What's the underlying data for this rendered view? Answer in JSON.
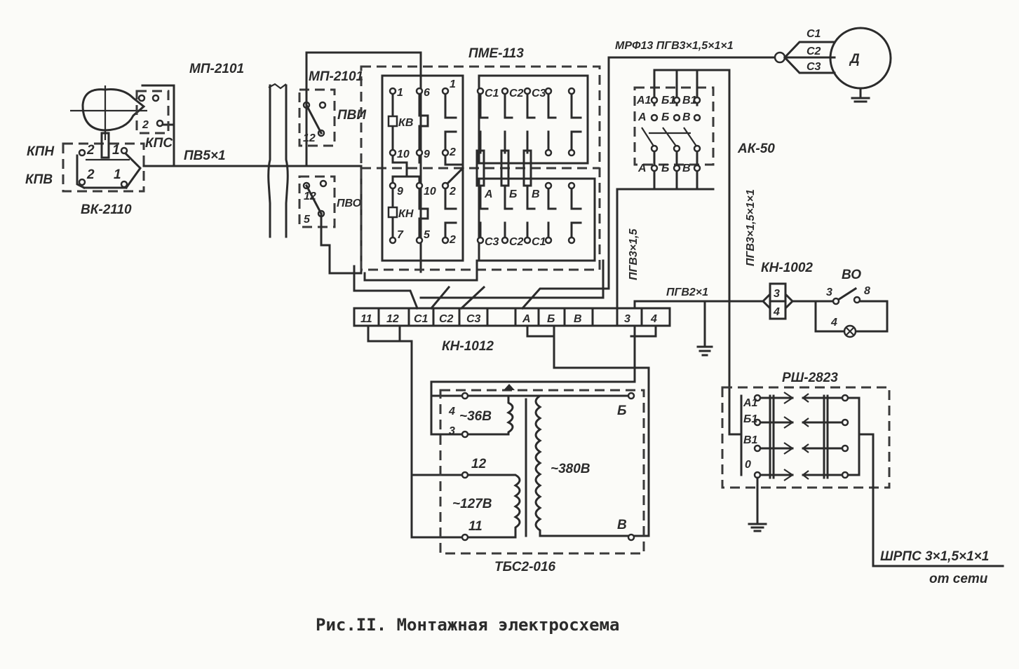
{
  "caption": "Рис.II. Монтажная электросхема",
  "limit_switches": {
    "title": "ВК-2110",
    "kpn": "КПН",
    "kpv": "КПВ",
    "kps": "КПС",
    "t2a": "2",
    "t1a": "1",
    "t2b": "2",
    "t1b": "1",
    "t2c": "2"
  },
  "wire_main": "ПВ5×1",
  "mp_title_left": "МП-2101",
  "mp_upper": {
    "title": "МП-2101",
    "tag": "ПВИ",
    "num": "12"
  },
  "mp_lower": {
    "tag": "ПВО",
    "num_a": "12",
    "num_b": "5"
  },
  "contactor": {
    "title": "ПМЕ-113",
    "kv": "КВ",
    "kn": "КН",
    "left_upper": [
      "1",
      "6",
      "1",
      "10",
      "9",
      "2"
    ],
    "left_lower": [
      "9",
      "10",
      "2",
      "7",
      "5",
      "2"
    ],
    "right_upper": [
      "С1",
      "С2",
      "С3"
    ],
    "right_mid": [
      "А",
      "Б",
      "В"
    ],
    "right_lower": [
      "С3",
      "С2",
      "С1"
    ]
  },
  "motor": {
    "cable": "МРФ13 ПГВ3×1,5×1×1",
    "label": "Д",
    "phases": [
      "С1",
      "С2",
      "С3"
    ]
  },
  "switch_ak": {
    "title": "АК-50",
    "row1": [
      "А1",
      "Б1",
      "В1"
    ],
    "row2": [
      "А",
      "Б",
      "В"
    ],
    "row3": [
      "А",
      "Б",
      "В"
    ]
  },
  "cable_left": "ПГВ3×1,5",
  "cable_right": "ПГВ3×1,5×1×1",
  "cable_light": "ПГВ2×1",
  "kn1002": {
    "title": "КН-1002",
    "t3": "3",
    "t4": "4"
  },
  "light": {
    "title": "ВО",
    "t3": "3",
    "t8": "8",
    "t4": "4"
  },
  "terminal_strip": {
    "title": "КН-1012",
    "cells": [
      "11",
      "12",
      "С1",
      "С2",
      "С3",
      "",
      "А",
      "Б",
      "В",
      "",
      "3",
      "4"
    ]
  },
  "transformer": {
    "title": "ТБС2-016",
    "w1_top": "4",
    "w1_v": "~36В",
    "w1_bot": "3",
    "w2_top": "12",
    "w2_v": "~127В",
    "w2_bot": "11",
    "primary_v": "~380В",
    "p_top": "Б",
    "p_bot": "В"
  },
  "rsh": {
    "title": "РШ-2823",
    "labels": [
      "А1",
      "Б1",
      "В1",
      "0"
    ]
  },
  "supply": {
    "cable": "ШРПС 3×1,5×1×1",
    "note": "от сети"
  }
}
